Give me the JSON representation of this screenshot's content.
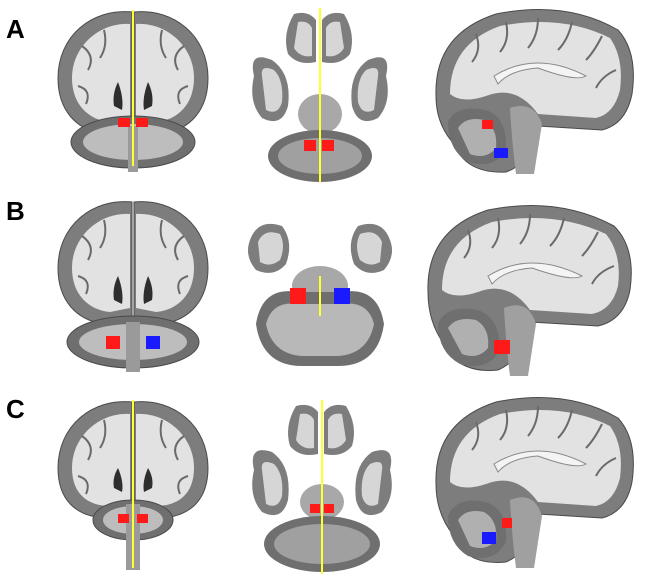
{
  "figure": {
    "rows": [
      {
        "label": "A",
        "views": [
          "coronal-view",
          "axial-view",
          "sagittal-view"
        ]
      },
      {
        "label": "B",
        "views": [
          "coronal-view",
          "axial-view",
          "sagittal-view"
        ]
      },
      {
        "label": "C",
        "views": [
          "coronal-view",
          "axial-view",
          "sagittal-view"
        ]
      }
    ],
    "colors": {
      "roi_red": "#ff1a1a",
      "roi_blue": "#1a1aff",
      "midline_yellow": "#ffff33",
      "tissue_gray": "#8c8c8c",
      "white_matter": "#e4e4e4"
    }
  }
}
